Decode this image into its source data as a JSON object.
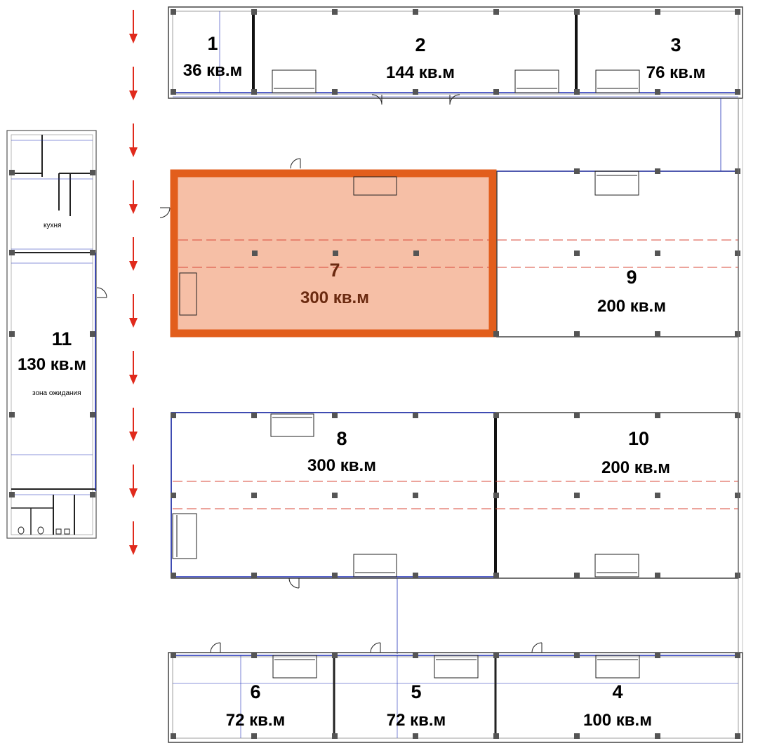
{
  "colors": {
    "wall": "#444444",
    "blue_line": "#1f2fb8",
    "dash_red": "#d84a3a",
    "highlight_fill": "#f6bfa6",
    "highlight_border": "#e25e1c",
    "arrow": "#e02a1c",
    "column": "#555555"
  },
  "rooms": [
    {
      "num": "1",
      "area": "36 кв.м"
    },
    {
      "num": "2",
      "area": "144 кв.м"
    },
    {
      "num": "3",
      "area": "76 кв.м"
    },
    {
      "num": "4",
      "area": "100 кв.м"
    },
    {
      "num": "5",
      "area": "72 кв.м"
    },
    {
      "num": "6",
      "area": "72 кв.м"
    },
    {
      "num": "7",
      "area": "300 кв.м",
      "highlighted": true
    },
    {
      "num": "8",
      "area": "300 кв.м"
    },
    {
      "num": "9",
      "area": "200 кв.м"
    },
    {
      "num": "10",
      "area": "200 кв.м"
    },
    {
      "num": "11",
      "area": "130 кв.м"
    }
  ],
  "labels": {
    "kitchen": "кухня",
    "waiting_zone": "зона ожидания"
  },
  "arrows": {
    "count": 10,
    "direction": "down",
    "icon": "arrow-down-icon"
  }
}
